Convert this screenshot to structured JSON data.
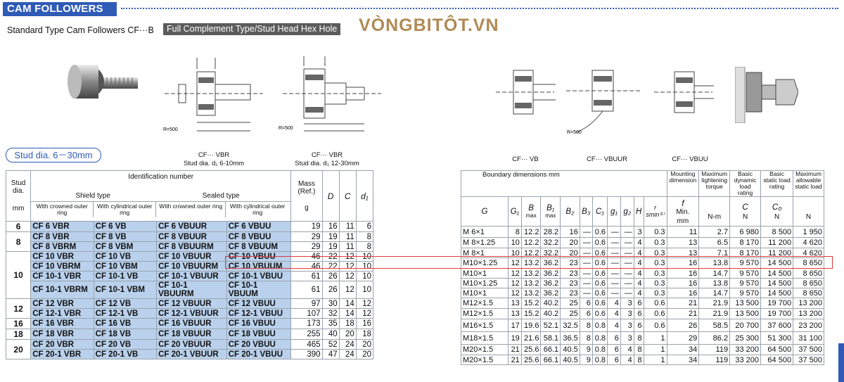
{
  "header": {
    "badge": "CAM FOLLOWERS",
    "subtitle": "Standard Type Cam Followers CF···B",
    "subtitle_tag": "Full Complement Type/Stud Head Hex Hole",
    "watermark": "VÒNGBITÔT.VN"
  },
  "diagrams": {
    "caption_vbr_1": "CF··· VBR",
    "caption_vbr_1b": "Stud dia. d₁  6-10mm",
    "caption_vbr_2": "CF··· VBR",
    "caption_vbr_2b": "Stud dia. d₁  12-30mm",
    "caption_vb": "CF··· VB",
    "caption_vbuur": "CF··· VBUUR",
    "caption_vbuu": "CF··· VBUU",
    "label_r500a": "R=500",
    "label_r500b": "R=500",
    "label_r500c": "R=500"
  },
  "stud_range": "Stud dia. 6－30mm",
  "left_table": {
    "stud_header": "Stud dia.",
    "stud_unit": "mm",
    "ident_header": "Identification number",
    "shield_type": "Shield type",
    "sealed_type": "Sealed type",
    "col_crowned": "With crowned outer ring",
    "col_cyl": "With cylindrical outer ring",
    "col_crowned2": "With crowned outer ring",
    "col_cyl2": "With cylindrical outer ring",
    "mass_header": "Mass (Ref.)",
    "mass_unit": "g",
    "D": "D",
    "C": "C",
    "d1": "d₁",
    "groups": [
      {
        "stud": "6",
        "rows": [
          [
            "CF 6  VBR",
            "CF 6  VB",
            "CF 6  VBUUR",
            "CF 6  VBUU",
            "19",
            "16",
            "11",
            "6"
          ]
        ]
      },
      {
        "stud": "8",
        "rows": [
          [
            "CF 8  VBR",
            "CF 8  VB",
            "CF 8  VBUUR",
            "CF 8  VBUU",
            "29",
            "19",
            "11",
            "8"
          ],
          [
            "CF 8  VBRM",
            "CF 8  VBM",
            "CF 8  VBUURM",
            "CF 8  VBUUM",
            "29",
            "19",
            "11",
            "8"
          ]
        ]
      },
      {
        "stud": "10",
        "rows": [
          [
            "CF 10  VBR",
            "CF 10  VB",
            "CF 10  VBUUR",
            "CF 10  VBUU",
            "46",
            "22",
            "12",
            "10"
          ],
          [
            "CF 10  VBRM",
            "CF 10  VBM",
            "CF 10  VBUURM",
            "CF 10  VBUUM",
            "46",
            "22",
            "12",
            "10"
          ],
          [
            "CF 10-1 VBR",
            "CF 10-1 VB",
            "CF 10-1 VBUUR",
            "CF 10-1 VBUU",
            "61",
            "26",
            "12",
            "10"
          ],
          [
            "CF 10-1 VBRM",
            "CF 10-1 VBM",
            "CF 10-1 VBUURM",
            "CF 10-1 VBUUM",
            "61",
            "26",
            "12",
            "10"
          ]
        ]
      },
      {
        "stud": "12",
        "rows": [
          [
            "CF 12  VBR",
            "CF 12  VB",
            "CF 12  VBUUR",
            "CF 12  VBUU",
            "97",
            "30",
            "14",
            "12"
          ],
          [
            "CF 12-1 VBR",
            "CF 12-1 VB",
            "CF 12-1 VBUUR",
            "CF 12-1 VBUU",
            "107",
            "32",
            "14",
            "12"
          ]
        ]
      },
      {
        "stud": "16",
        "rows": [
          [
            "CF 16  VBR",
            "CF 16  VB",
            "CF 16  VBUUR",
            "CF 16  VBUU",
            "173",
            "35",
            "18",
            "16"
          ]
        ]
      },
      {
        "stud": "18",
        "rows": [
          [
            "CF 18  VBR",
            "CF 18  VB",
            "CF 18  VBUUR",
            "CF 18  VBUU",
            "255",
            "40",
            "20",
            "18"
          ]
        ]
      },
      {
        "stud": "20",
        "rows": [
          [
            "CF 20  VBR",
            "CF 20  VB",
            "CF 20  VBUUR",
            "CF 20  VBUU",
            "465",
            "52",
            "24",
            "20"
          ],
          [
            "CF 20-1 VBR",
            "CF 20-1 VB",
            "CF 20-1 VBUUR",
            "CF 20-1 VBUU",
            "390",
            "47",
            "24",
            "20"
          ]
        ]
      }
    ]
  },
  "right_table": {
    "boundary_header": "Boundary dimensions   mm",
    "mount_header": "Mounting dimension",
    "torque_header": "Maximum tightening torque",
    "dyn_header": "Basic dynamic load rating",
    "stat_header": "Basic static load rating",
    "allow_header": "Maximum allowable static load",
    "cols": [
      "G",
      "G₁",
      "B",
      "B₁",
      "B₂",
      "B₃",
      "C₁",
      "g₁",
      "g₂",
      "H",
      "r smin⁽¹⁾"
    ],
    "max_label": "max",
    "f_label": "f",
    "min_label": "Min.",
    "C_label": "C",
    "C0_label": "C₀",
    "unit_mm": "mm",
    "unit_nm": "N-m",
    "unit_n1": "N",
    "unit_n2": "N",
    "unit_n3": "N",
    "rows": [
      [
        "M 6×1",
        "8",
        "12.2",
        "28.2",
        "16",
        "—",
        "0.6",
        "—",
        "—",
        "3",
        "0.3",
        "11",
        "2.7",
        "6 980",
        "8 500",
        "1 950"
      ],
      [
        "M 8×1.25",
        "10",
        "12.2",
        "32.2",
        "20",
        "—",
        "0.6",
        "—",
        "—",
        "4",
        "0.3",
        "13",
        "6.5",
        "8 170",
        "11 200",
        "4 620"
      ],
      [
        "M 8×1",
        "10",
        "12.2",
        "32.2",
        "20",
        "—",
        "0.6",
        "—",
        "—",
        "4",
        "0.3",
        "13",
        "7.1",
        "8 170",
        "11 200",
        "4 620"
      ],
      [
        "M10×1.25",
        "12",
        "13.2",
        "36.2",
        "23",
        "—",
        "0.6",
        "—",
        "—",
        "4",
        "0.3",
        "16",
        "13.8",
        "9 570",
        "14 500",
        "8 650"
      ],
      [
        "M10×1",
        "12",
        "13.2",
        "36.2",
        "23",
        "—",
        "0.6",
        "—",
        "—",
        "4",
        "0.3",
        "16",
        "14.7",
        "9 570",
        "14 500",
        "8 650"
      ],
      [
        "M10×1.25",
        "12",
        "13.2",
        "36.2",
        "23",
        "—",
        "0.6",
        "—",
        "—",
        "4",
        "0.3",
        "16",
        "13.8",
        "9 570",
        "14 500",
        "8 650"
      ],
      [
        "M10×1",
        "12",
        "13.2",
        "36.2",
        "23",
        "—",
        "0.6",
        "—",
        "—",
        "4",
        "0.3",
        "16",
        "14.7",
        "9 570",
        "14 500",
        "8 650"
      ],
      [
        "M12×1.5",
        "13",
        "15.2",
        "40.2",
        "25",
        "6",
        "0.6",
        "4",
        "3",
        "6",
        "0.6",
        "21",
        "21.9",
        "13 500",
        "19 700",
        "13 200"
      ],
      [
        "M12×1.5",
        "13",
        "15.2",
        "40.2",
        "25",
        "6",
        "0.6",
        "4",
        "3",
        "6",
        "0.6",
        "21",
        "21.9",
        "13 500",
        "19 700",
        "13 200"
      ],
      [
        "M16×1.5",
        "17",
        "19.6",
        "52.1",
        "32.5",
        "8",
        "0.8",
        "4",
        "3",
        "6",
        "0.6",
        "26",
        "58.5",
        "20 700",
        "37 600",
        "23 200"
      ],
      [
        "M18×1.5",
        "19",
        "21.6",
        "58.1",
        "36.5",
        "8",
        "0.8",
        "6",
        "3",
        "8",
        "1",
        "29",
        "86.2",
        "25 300",
        "51 300",
        "31 100"
      ],
      [
        "M20×1.5",
        "21",
        "25.6",
        "66.1",
        "40.5",
        "9",
        "0.8",
        "6",
        "4",
        "8",
        "1",
        "34",
        "119",
        "33 200",
        "64 500",
        "37 500"
      ],
      [
        "M20×1.5",
        "21",
        "25.6",
        "66.1",
        "40.5",
        "9",
        "0.8",
        "6",
        "4",
        "8",
        "1",
        "34",
        "119",
        "33 200",
        "64 500",
        "37 500"
      ]
    ]
  }
}
